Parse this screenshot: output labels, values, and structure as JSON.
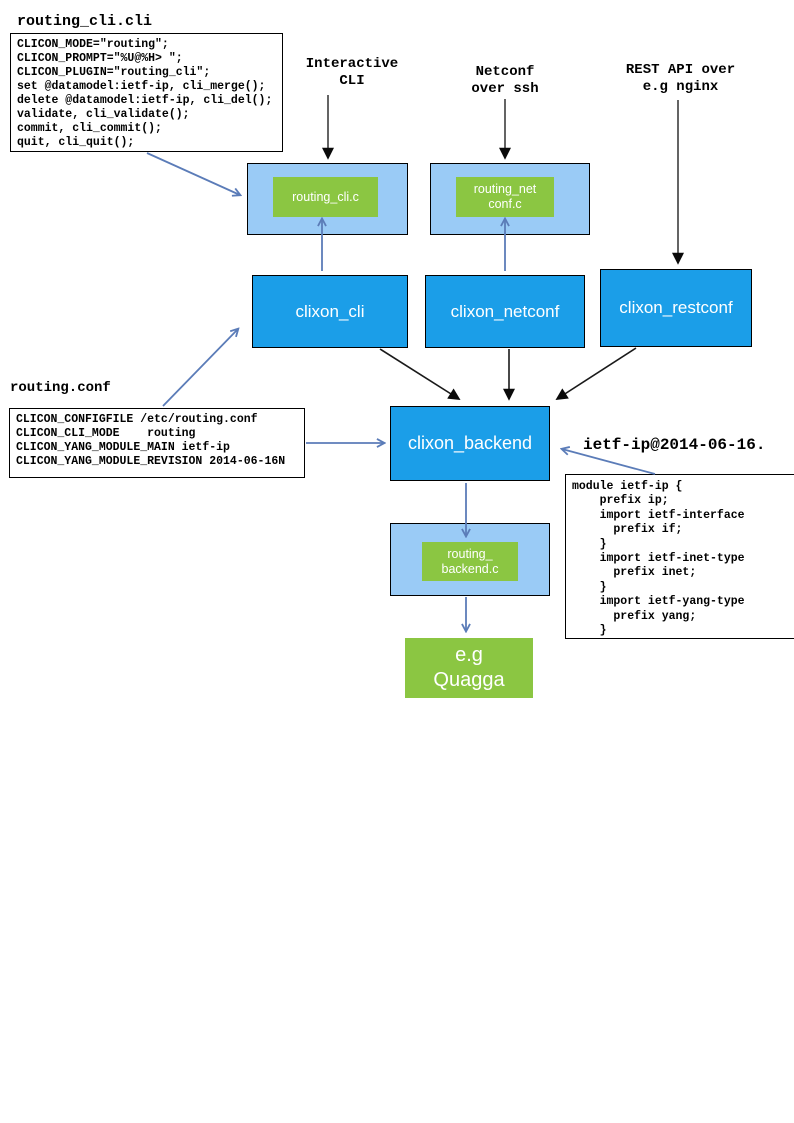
{
  "colors": {
    "bright_blue": "#1B9EE8",
    "light_blue": "#9ACBF6",
    "green": "#8BC642",
    "arrow_blue": "#5B7CB8"
  },
  "cli_file": {
    "title": "routing_cli.cli",
    "code": "CLICON_MODE=\"routing\";\nCLICON_PROMPT=\"%U@%H> \";\nCLICON_PLUGIN=\"routing_cli\";\nset @datamodel:ietf-ip, cli_merge();\ndelete @datamodel:ietf-ip, cli_del();\nvalidate, cli_validate();\ncommit, cli_commit();\nquit, cli_quit();"
  },
  "conf_file": {
    "title": "routing.conf",
    "code": "CLICON_CONFIGFILE /etc/routing.conf\nCLICON_CLI_MODE    routing\nCLICON_YANG_MODULE_MAIN ietf-ip\nCLICON_YANG_MODULE_REVISION 2014-06-16N"
  },
  "yang_file": {
    "title": "ietf-ip@2014-06-16.",
    "code": "module ietf-ip {\n    prefix ip;\n    import ietf-interface\n      prefix if;\n    }\n    import ietf-inet-type\n      prefix inet;\n    }\n    import ietf-yang-type\n      prefix yang;\n    }"
  },
  "channel_labels": {
    "interactive": "Interactive\nCLI",
    "netconf": "Netconf\nover ssh",
    "restconf": "REST API over\ne.g nginx"
  },
  "nodes": {
    "routing_cli_c": "routing_cli.c",
    "routing_netconf_c": "routing_net\nconf.c",
    "routing_backend_c": "routing_\nbackend.c",
    "clixon_cli": "clixon_cli",
    "clixon_netconf": "clixon_netconf",
    "clixon_restconf": "clixon_restconf",
    "clixon_backend": "clixon_backend",
    "quagga": "e.g\nQuagga"
  }
}
